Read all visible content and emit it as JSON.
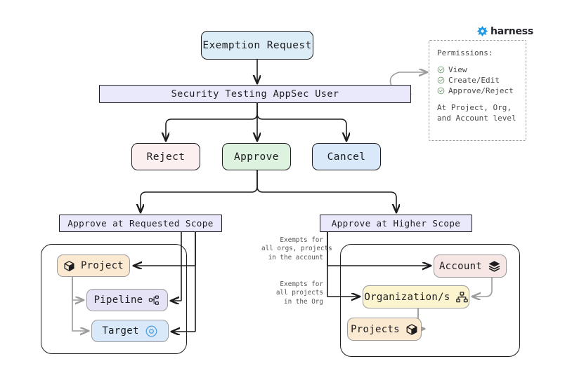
{
  "brand": {
    "name": "harness",
    "logo_icon": "harness-diamond-icon",
    "accent": "#1e9ae5"
  },
  "flow": {
    "start": {
      "label": "Exemption Request",
      "color": "#dcedf7"
    },
    "actor": {
      "label": "Security Testing AppSec User",
      "color": "#eae9fb"
    },
    "actions": [
      {
        "label": "Reject",
        "color": "#fcefef"
      },
      {
        "label": "Approve",
        "color": "#ddf2df"
      },
      {
        "label": "Cancel",
        "color": "#d9e9f9"
      }
    ],
    "scopes": [
      {
        "label": "Approve at Requested Scope",
        "color": "#eae9fb"
      },
      {
        "label": "Approve at Higher Scope",
        "color": "#eae9fb"
      }
    ]
  },
  "requested_scope": {
    "items": [
      {
        "label": "Project",
        "icon": "cube-icon",
        "color": "#fbe9d2"
      },
      {
        "label": "Pipeline",
        "icon": "pipeline-icon",
        "color": "#e6e2f6"
      },
      {
        "label": "Target",
        "icon": "target-icon",
        "color": "#d9e9f9"
      }
    ]
  },
  "higher_scope": {
    "items": [
      {
        "label": "Account",
        "icon": "layers-icon",
        "color": "#f6e6e4"
      },
      {
        "label": "Organization/s",
        "icon": "org-chart-icon",
        "color": "#fcf3cf"
      },
      {
        "label": "Projects",
        "icon": "cube-icon",
        "color": "#fbe9d2"
      }
    ],
    "annotations": [
      "Exempts for\nall orgs, projects\nin the account",
      "Exempts for\nall projects\nin the Org"
    ]
  },
  "permissions": {
    "title": "Permissions:",
    "items": [
      {
        "label": "View",
        "icon": "check-circle-icon"
      },
      {
        "label": "Create/Edit",
        "icon": "check-circle-icon"
      },
      {
        "label": "Approve/Reject",
        "icon": "check-circle-icon"
      }
    ],
    "footer_line1": "At Project, Org,",
    "footer_line2": "and Account level",
    "check_color": "#6f9e6f"
  }
}
